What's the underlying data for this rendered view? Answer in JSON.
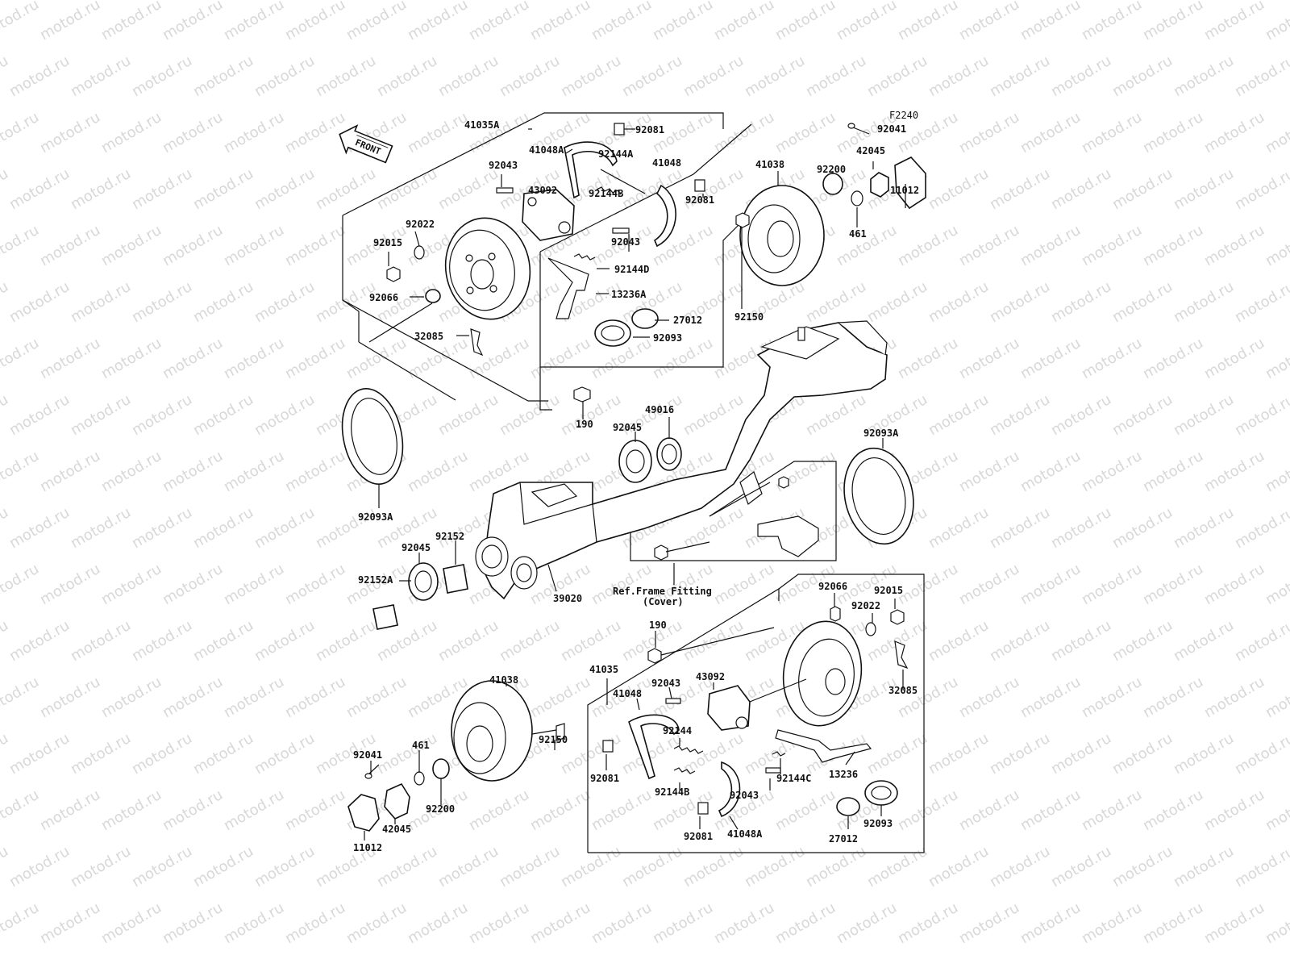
{
  "figure_code": "F2240",
  "front_arrow_label": "FRONT",
  "watermark": "motod.ru",
  "ref_note": {
    "line1": "Ref.Frame Fitting",
    "line2": "(Cover)"
  },
  "labels": {
    "l_41035A": "41035A",
    "l_92081_top": "92081",
    "l_41048A_top": "41048A",
    "l_92144A": "92144A",
    "l_92043_top": "92043",
    "l_41048_top": "41048",
    "l_43092_top": "43092",
    "l_92144B_top": "92144B",
    "l_92081_top2": "92081",
    "l_92043_mid": "92043",
    "l_92144D": "92144D",
    "l_92022_top": "92022",
    "l_92015_top": "92015",
    "l_92066_top": "92066",
    "l_13236A": "13236A",
    "l_27012_top": "27012",
    "l_92093_top": "92093",
    "l_32085_top": "32085",
    "l_92041_top": "92041",
    "l_41038_top": "41038",
    "l_92200_top": "92200",
    "l_42045_top": "42045",
    "l_461_top": "461",
    "l_11012_top": "11012",
    "l_92150_top": "92150",
    "l_190_top": "190",
    "l_49016": "49016",
    "l_92045_mid": "92045",
    "l_92093A_right": "92093A",
    "l_92093A_left": "92093A",
    "l_92152": "92152",
    "l_92045_low": "92045",
    "l_92152A": "92152A",
    "l_39020": "39020",
    "l_92066_bot": "92066",
    "l_92015_bot": "92015",
    "l_92022_bot": "92022",
    "l_190_bot": "190",
    "l_41035": "41035",
    "l_92043_bot": "92043",
    "l_43092_bot": "43092",
    "l_41038_bot": "41038",
    "l_41048_bot": "41048",
    "l_32085_bot": "32085",
    "l_92144": "92144",
    "l_92150_bot": "92150",
    "l_92041_bot": "92041",
    "l_461_bot": "461",
    "l_92081_bot1": "92081",
    "l_92144B_bot": "92144B",
    "l_92144C": "92144C",
    "l_13236": "13236",
    "l_92200_bot": "92200",
    "l_92043_bot2": "92043",
    "l_42045_bot": "42045",
    "l_92081_bot2": "92081",
    "l_41048A_bot": "41048A",
    "l_27012_bot": "27012",
    "l_92093_bot": "92093",
    "l_11012_bot": "11012"
  }
}
